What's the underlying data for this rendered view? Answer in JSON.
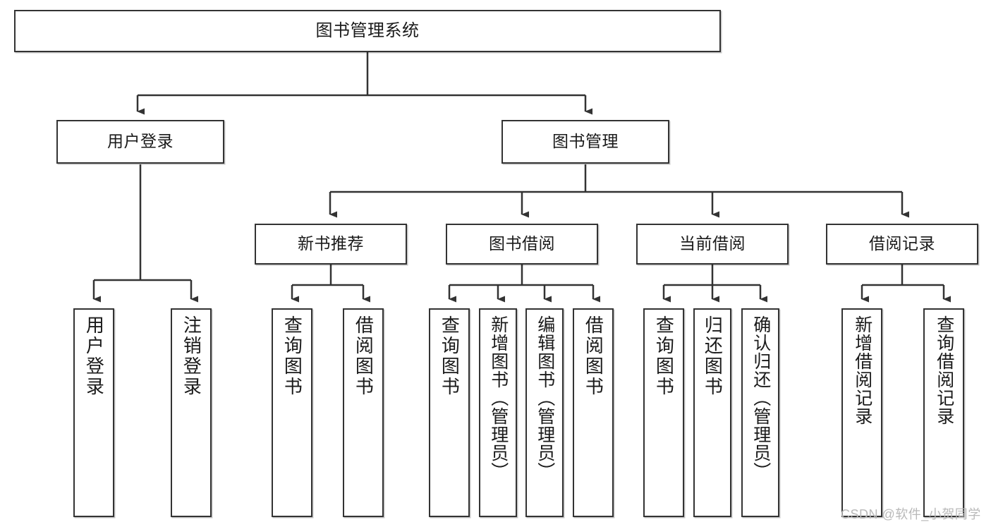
{
  "diagram": {
    "title": "图书管理系统",
    "type": "tree",
    "background": "#ffffff",
    "line_color": "#333333",
    "box_border_color": "#333333",
    "box_fill": "#ffffff",
    "text_color": "#1a1a1a"
  },
  "nodes": {
    "root": {
      "label": "图书管理系统"
    },
    "level2": [
      {
        "label": "用户登录"
      },
      {
        "label": "图书管理"
      }
    ],
    "level3": [
      {
        "label": "新书推荐"
      },
      {
        "label": "图书借阅"
      },
      {
        "label": "当前借阅"
      },
      {
        "label": "借阅记录"
      }
    ],
    "leaves": {
      "user_login": [
        {
          "label": "用户登录"
        },
        {
          "label": "注销登录"
        }
      ],
      "new_book": [
        {
          "label": "查询图书"
        },
        {
          "label": "借阅图书"
        }
      ],
      "book_borrow": [
        {
          "label": "查询图书"
        },
        {
          "label": "新增图书（管理员）"
        },
        {
          "label": "编辑图书（管理员）"
        },
        {
          "label": "借阅图书"
        }
      ],
      "current_borrow": [
        {
          "label": "查询图书"
        },
        {
          "label": "归还图书"
        },
        {
          "label": "确认归还（管理员）"
        }
      ],
      "borrow_record": [
        {
          "label": "新增借阅记录"
        },
        {
          "label": "查询借阅记录"
        }
      ]
    }
  },
  "watermark": {
    "text": "CSDN @软件_小贺同学",
    "color": "#b9b9b9"
  }
}
